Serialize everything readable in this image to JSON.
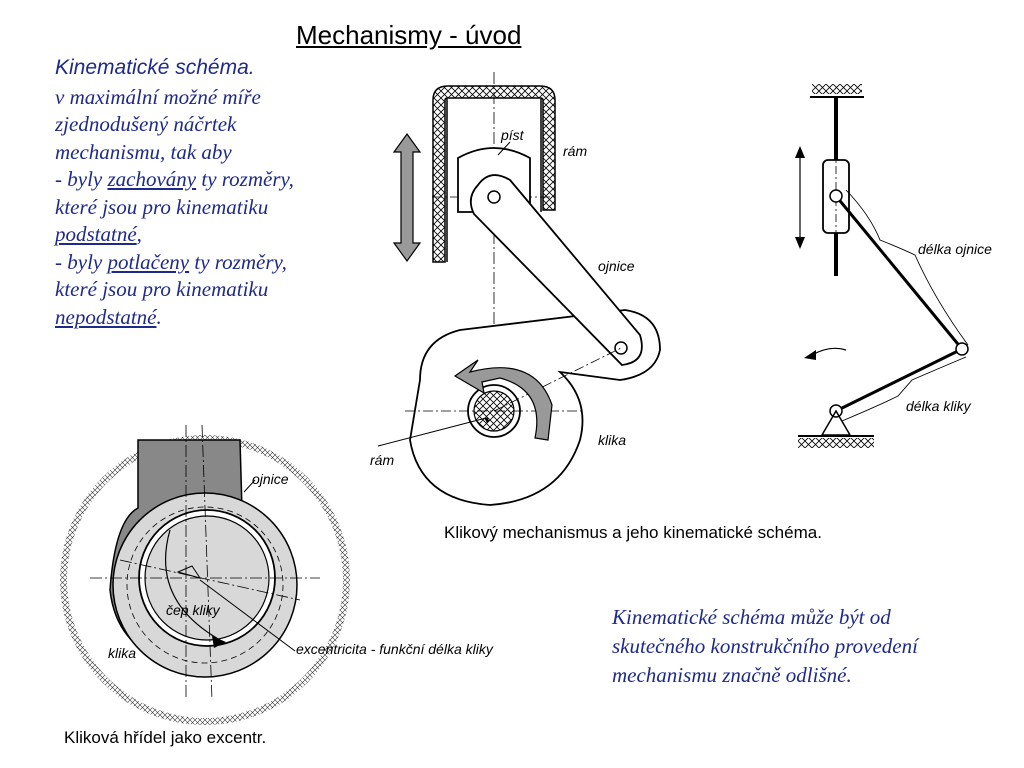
{
  "title": "Mechanismy - úvod",
  "intro": {
    "heading": "Kinematické schéma.",
    "l1": "v maximální možné míře",
    "l2": "zjednodušený náčrtek",
    "l3": "mechanismu, tak aby",
    "l4a": "- byly ",
    "l4u": "zachovány",
    "l4b": " ty rozměry,",
    "l5": "které jsou pro kinematiku",
    "l6u": "podstatné",
    "l6b": ",",
    "l7a": "- byly ",
    "l7u": "potlačeny",
    "l7b": " ty rozměry,",
    "l8": "které jsou pro kinematiku",
    "l9u": "nepodstatné",
    "l9b": "."
  },
  "labels": {
    "pist": "píst",
    "ram_top": "rám",
    "ojnice_main": "ojnice",
    "ram_bottom": "rám",
    "klika_main": "klika",
    "delka_ojnice": "délka ojnice",
    "delka_kliky": "délka kliky",
    "ojnice_excentr": "ojnice",
    "cep_kliky": "čep kliky",
    "klika_excentr": "klika",
    "excentricita": "excentricita - funkční délka kliky"
  },
  "captions": {
    "mechanism": "Klikový mechanismus a jeho kinematické schéma.",
    "excentr": "Kliková hřídel jako excentr."
  },
  "note": {
    "l1": "Kinematické schéma může být od",
    "l2": "skutečného konstrukčního provedení",
    "l3": "mechanismu značně odlišné."
  },
  "colors": {
    "text_blue": "#1e2a8a",
    "part_gray": "#888888",
    "light_gray": "#d8d8d8"
  }
}
